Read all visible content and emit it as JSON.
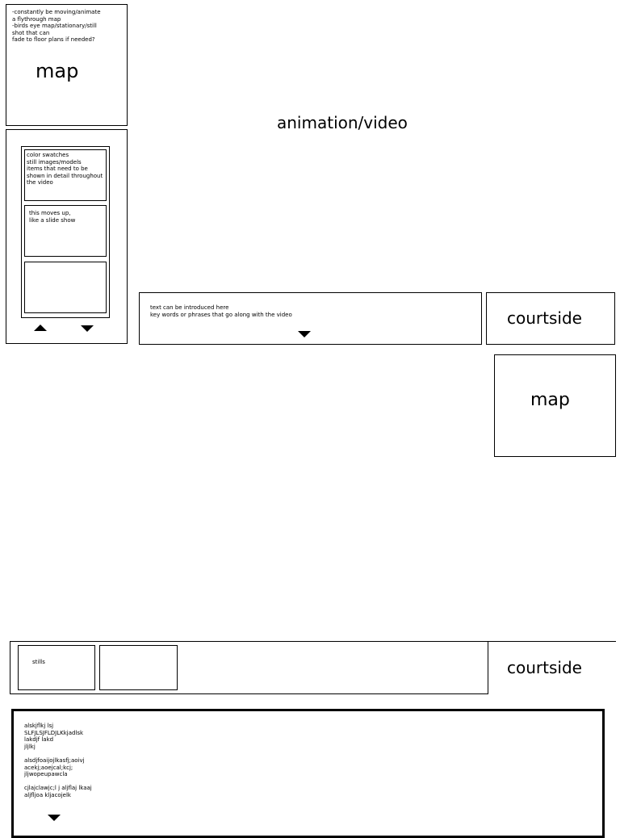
{
  "top_map": {
    "notes": "-constantly be moving/animate\na flythrough map\n-birds eye map/stationary/still\nshot that can\nfade to floor plans if needed?",
    "label": "map"
  },
  "side_panel": {
    "swatch_text": "color swatches\nstill images/models\nitems that need to be\nshown in detail throughout\nthe video",
    "slideshow_text": "this moves up,\nlike a slide show"
  },
  "main": {
    "title": "animation/video"
  },
  "text_bar": {
    "text": "text can be introduced here\nkey words or phrases that go along with the video"
  },
  "courtside_1": "courtside",
  "right_map": "map",
  "bottom_bar": {
    "stills_label": "stills",
    "courtside_label": "courtside"
  },
  "text_panel": {
    "para1": "alskjflkj lsj\nSLFJLSJFLDJLKkjadlsk\nlakdjf lakd\njljlkj",
    "para2": "alsdjfoaijojlkasfj;aoivj\nacekj;aoejcal;kcj;\njljwopeupawcla",
    "para3": "cjlajclawjc;l j aljflaj lkaaj\naljfljoa kljacojelk"
  }
}
